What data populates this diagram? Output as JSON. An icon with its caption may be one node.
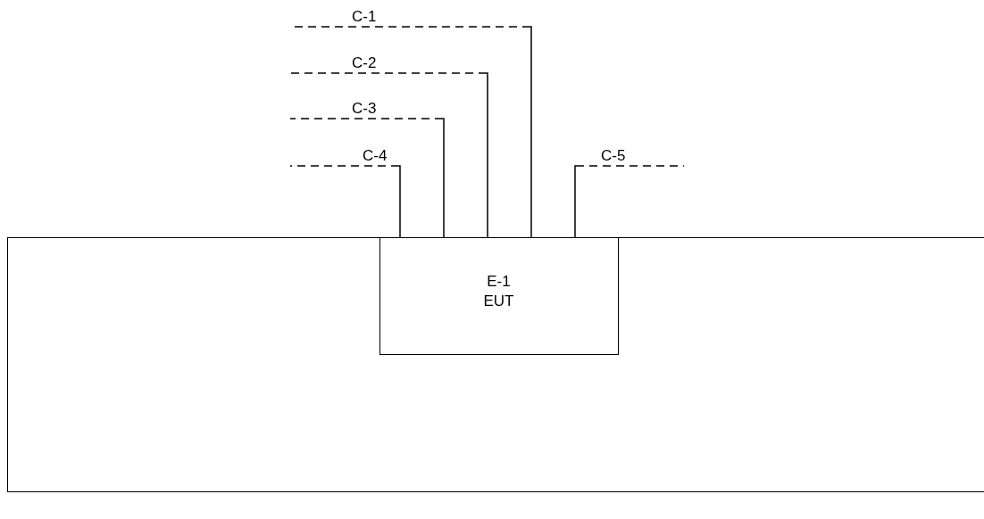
{
  "diagram": {
    "nodes": [
      {
        "text": [],
        "shape": "box"
      },
      {
        "text": [
          "E-1",
          "EUT"
        ],
        "in": 0
      }
    ],
    "edges": [
      {
        "from": 1,
        "to": null,
        "arrow": "none",
        "label": "C-1",
        "style": "dashed"
      },
      {
        "from": 1,
        "to": null,
        "arrow": "none",
        "label": "C-2",
        "style": "dashed"
      },
      {
        "from": 1,
        "to": null,
        "arrow": "none",
        "label": "C-3",
        "style": "dashed"
      },
      {
        "from": 1,
        "to": null,
        "arrow": "none",
        "label": "C-4",
        "style": "dashed"
      },
      {
        "from": 1,
        "to": null,
        "arrow": "none",
        "label": "C-5",
        "style": "dashed"
      }
    ]
  }
}
